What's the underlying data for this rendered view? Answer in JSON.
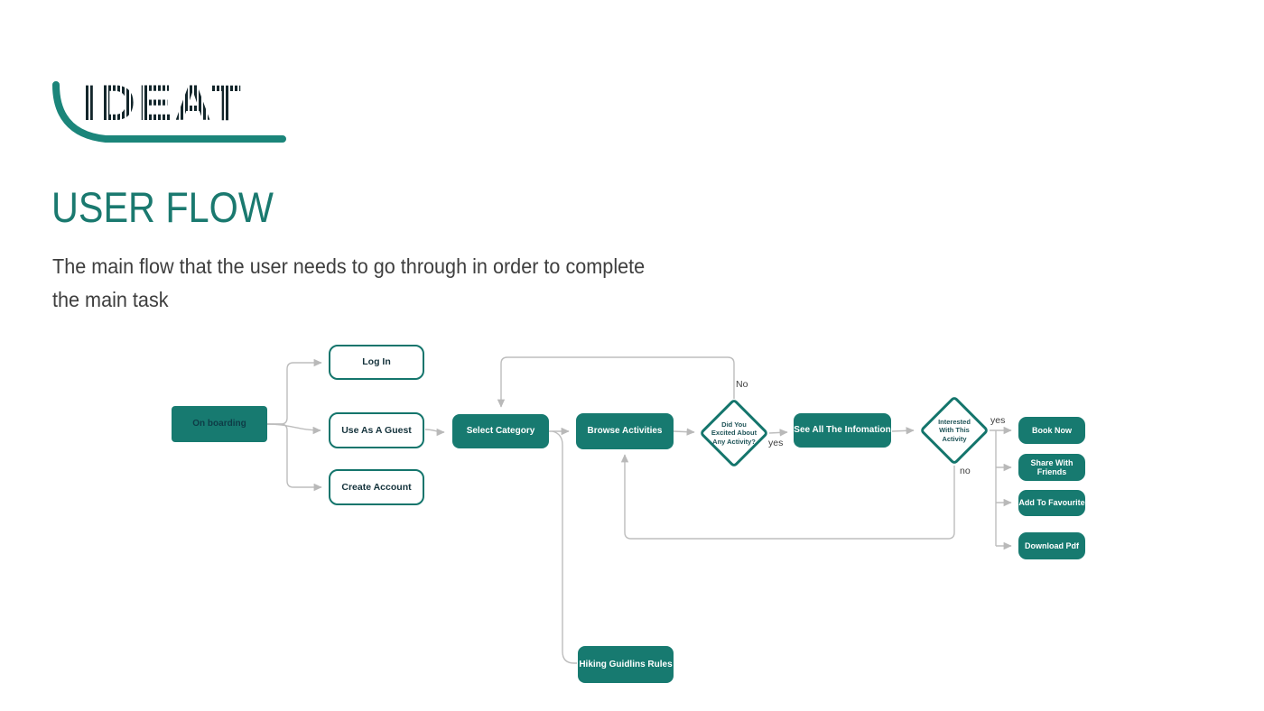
{
  "header": {
    "logo_text": "IDEAT",
    "title": "USER FLOW",
    "subtitle_line1": "The main flow that the user needs to go through in order to complete",
    "subtitle_line2": "the main task"
  },
  "colors": {
    "teal_fill": "#177A70",
    "teal_border": "#14756C",
    "title_teal": "#1A796F",
    "swoosh_teal": "#1B857A",
    "logo_dark": "#13262B",
    "connector_gray": "#BDBDBD",
    "subtitle_gray": "#3E3E3E",
    "node_dark_text": "#0E3C46"
  },
  "flow": {
    "nodes": [
      {
        "id": "on-boarding",
        "label": "On boarding",
        "shape": "rect-filled-dark-text"
      },
      {
        "id": "log-in",
        "label": "Log In",
        "shape": "rect-outlined"
      },
      {
        "id": "use-as-a-guest",
        "label": "Use As A Guest",
        "shape": "rect-outlined"
      },
      {
        "id": "create-account",
        "label": "Create Account",
        "shape": "rect-outlined"
      },
      {
        "id": "select-category",
        "label": "Select Category",
        "shape": "rect-filled"
      },
      {
        "id": "browse-activities",
        "label": "Browse Activities",
        "shape": "rect-filled"
      },
      {
        "id": "decision-excited",
        "label": "Did You Excited About Any Activity?",
        "shape": "diamond"
      },
      {
        "id": "see-all-the-infomation",
        "label": "See All The Infomation",
        "shape": "rect-filled"
      },
      {
        "id": "decision-interested",
        "label": "Interested With This Activity",
        "shape": "diamond"
      },
      {
        "id": "book-now",
        "label": "Book Now",
        "shape": "rect-filled"
      },
      {
        "id": "share-with-friends",
        "label": "Share With Friends",
        "shape": "rect-filled"
      },
      {
        "id": "add-to-favourite",
        "label": "Add To Favourite",
        "shape": "rect-filled"
      },
      {
        "id": "download-pdf",
        "label": "Download Pdf",
        "shape": "rect-filled"
      },
      {
        "id": "hiking-guidlins-rules",
        "label": "Hiking Guidlins Rules",
        "shape": "rect-filled"
      }
    ],
    "edge_labels": [
      {
        "id": "no-top-loop",
        "text": "No"
      },
      {
        "id": "yes-excited",
        "text": "yes"
      },
      {
        "id": "yes-interested",
        "text": "yes"
      },
      {
        "id": "no-interested",
        "text": "no"
      }
    ]
  }
}
